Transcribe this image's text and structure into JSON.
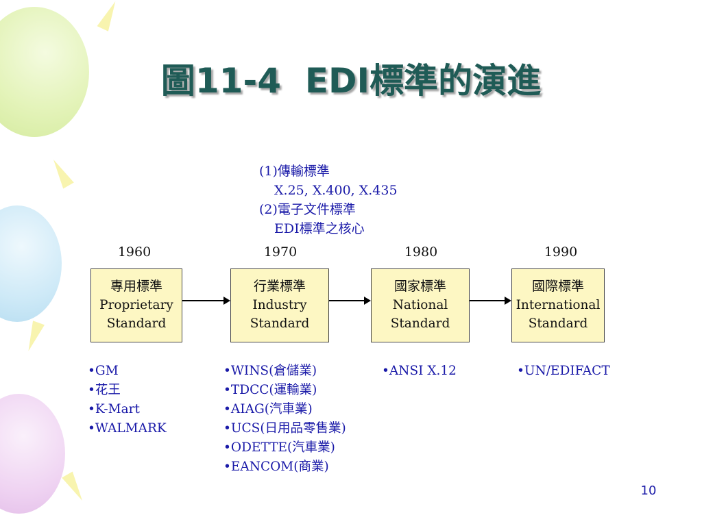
{
  "title": {
    "figure_number": "圖11-4",
    "text": "EDI標準的演進"
  },
  "notes": [
    {
      "text": "(1)傳輸標準",
      "indent": false
    },
    {
      "text": "X.25, X.400, X.435",
      "indent": true
    },
    {
      "text": "(2)電子文件標準",
      "indent": false
    },
    {
      "text": "EDI標準之核心",
      "indent": true
    }
  ],
  "stages": [
    {
      "year": "1960",
      "name_zh": "專用標準",
      "name_en_1": "Proprietary",
      "name_en_2": "Standard",
      "examples": [
        "GM",
        "花王",
        "K-Mart",
        "WALMARK"
      ]
    },
    {
      "year": "1970",
      "name_zh": "行業標準",
      "name_en_1": "Industry",
      "name_en_2": "Standard",
      "examples": [
        "WINS(倉儲業)",
        "TDCC(運輸業)",
        "AIAG(汽車業)",
        "UCS(日用品零售業)",
        "ODETTE(汽車業)",
        "EANCOM(商業)"
      ]
    },
    {
      "year": "1980",
      "name_zh": "國家標準",
      "name_en_1": "National",
      "name_en_2": "Standard",
      "examples": [
        "ANSI X.12"
      ]
    },
    {
      "year": "1990",
      "name_zh": "國際標準",
      "name_en_1": "International",
      "name_en_2": "Standard",
      "examples": [
        "UN/EDIFACT"
      ]
    }
  ],
  "bullet": "•",
  "page_number": "10",
  "colors": {
    "title": "#1f5b56",
    "box_fill": "#fdf7c3",
    "text_blue": "#1a1aa8"
  }
}
